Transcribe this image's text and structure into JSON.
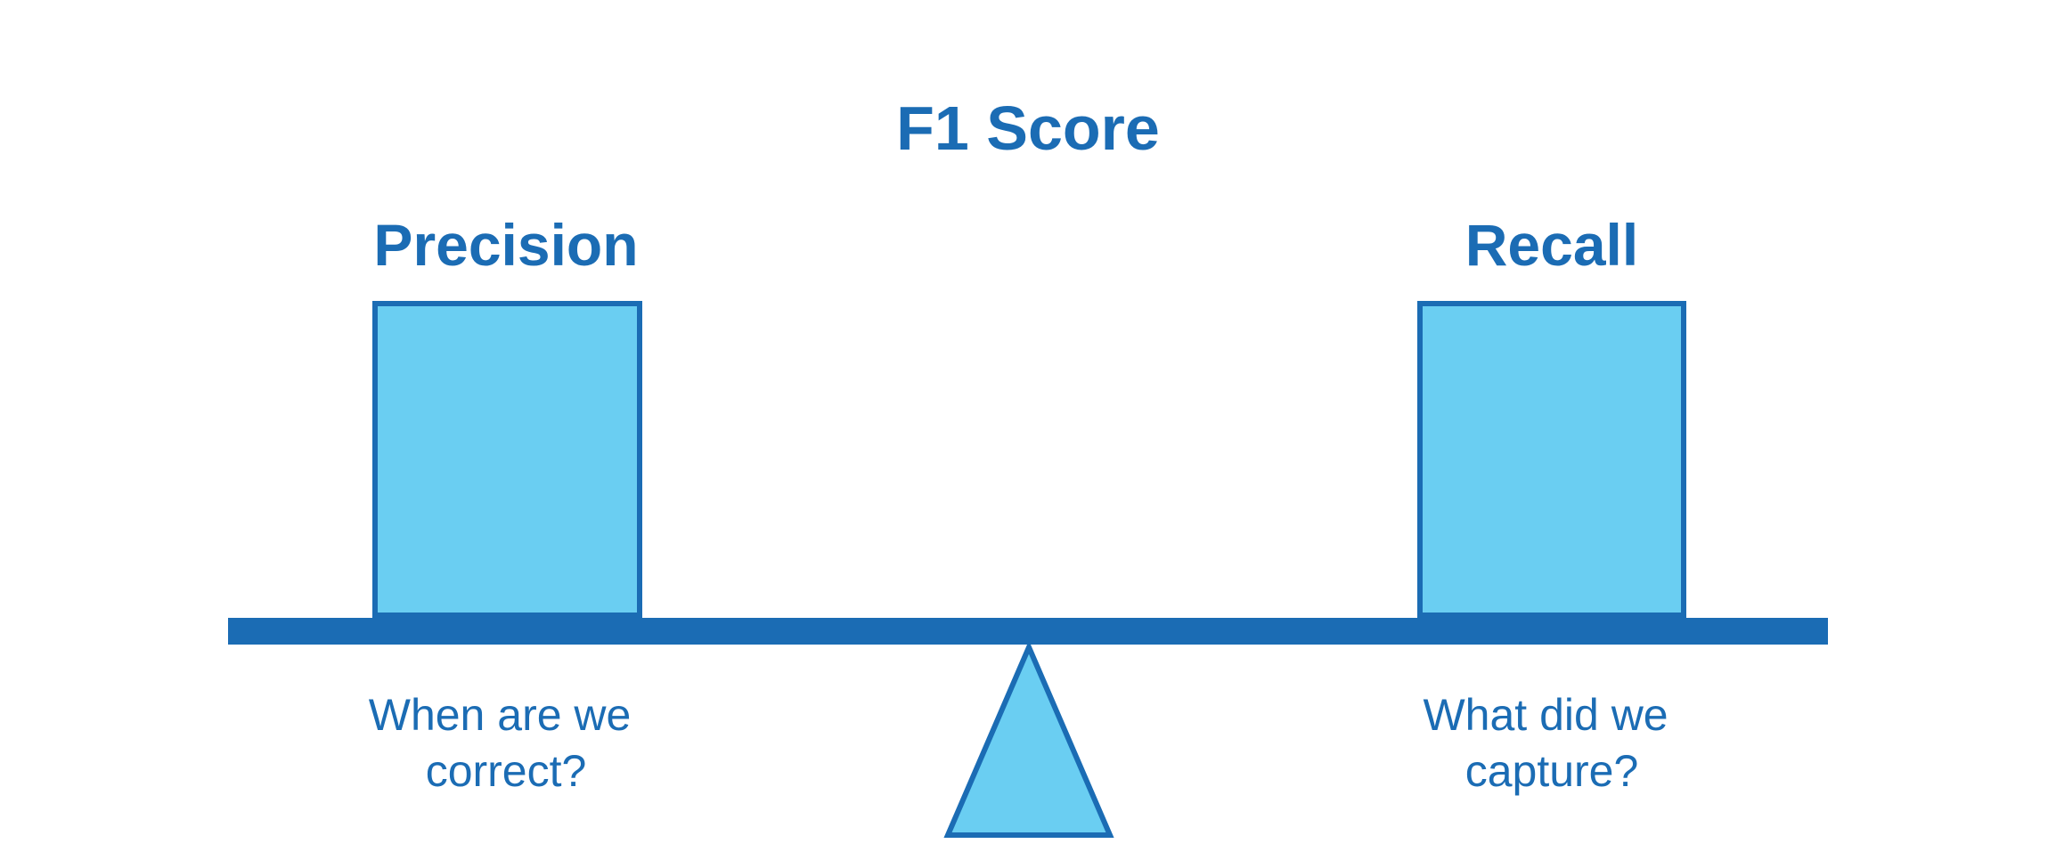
{
  "diagram": {
    "title": "F1 Score",
    "left": {
      "heading": "Precision",
      "caption_line1": "When are we",
      "caption_line2": "correct?"
    },
    "right": {
      "heading": "Recall",
      "caption_line1": "What did we",
      "caption_line2": "capture?"
    }
  },
  "colors": {
    "primary": "#1b6cb4",
    "fill": "#6acef2",
    "background": "#ffffff"
  }
}
